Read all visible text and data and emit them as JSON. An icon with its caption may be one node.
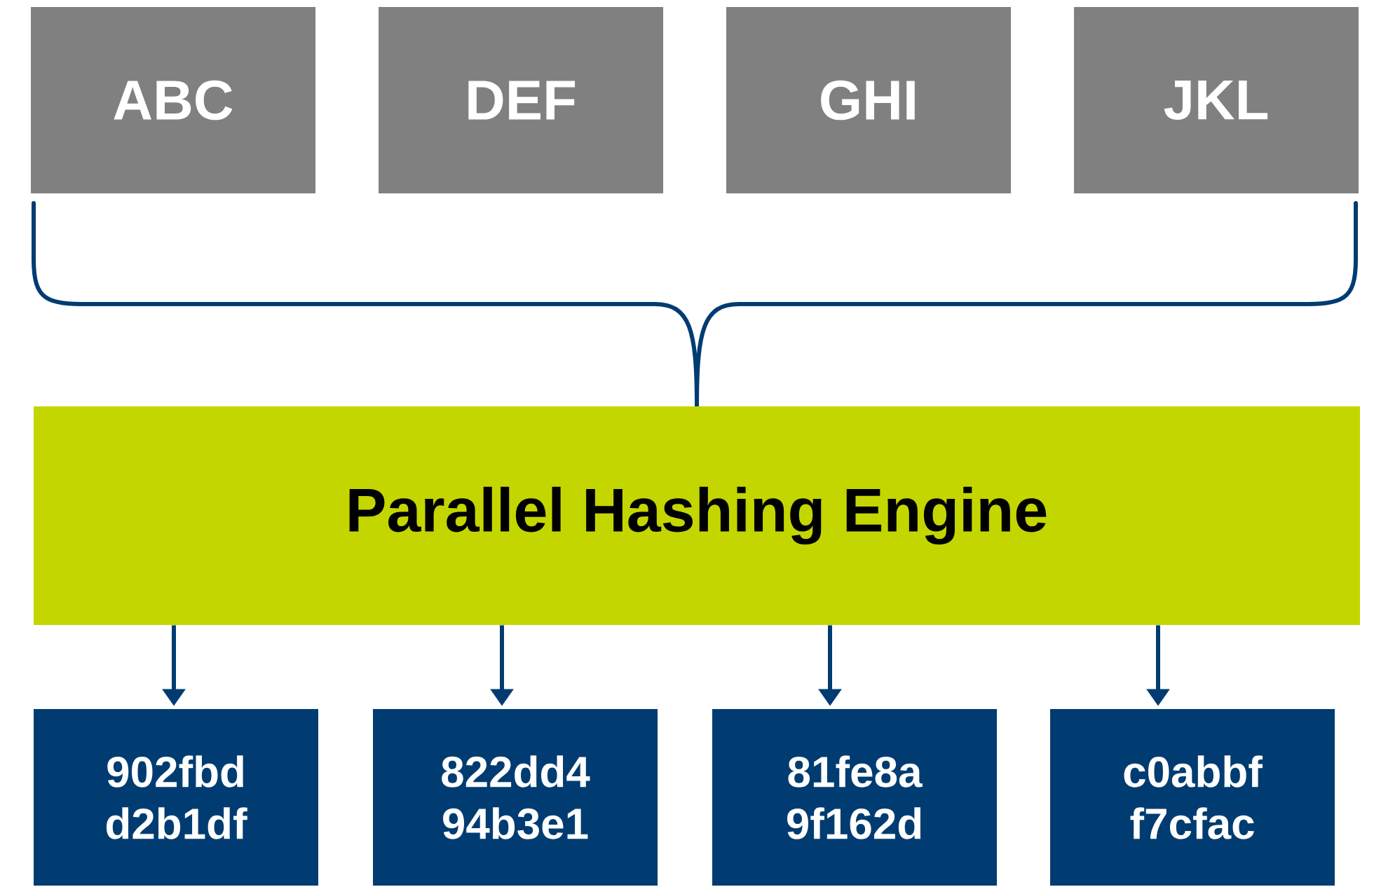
{
  "diagram": {
    "nodes": [
      {
        "text": [
          "ABC"
        ]
      },
      {
        "text": [
          "DEF"
        ]
      },
      {
        "text": [
          "GHI"
        ]
      },
      {
        "text": [
          "JKL"
        ]
      },
      {
        "text": [
          "Parallel Hashing Engine"
        ]
      },
      {
        "text": [
          "902fbd d2b1df"
        ]
      },
      {
        "text": [
          "822dd4 94b3e1"
        ]
      },
      {
        "text": [
          "81fe8a 9f162d"
        ]
      },
      {
        "text": [
          "c0abbf f7cfac"
        ]
      }
    ],
    "edges": [
      {
        "from": 4,
        "to": 5,
        "arrow": "to"
      },
      {
        "from": 4,
        "to": 6,
        "arrow": "to"
      },
      {
        "from": 4,
        "to": 7,
        "arrow": "to"
      },
      {
        "from": 4,
        "to": 8,
        "arrow": "to"
      }
    ]
  }
}
